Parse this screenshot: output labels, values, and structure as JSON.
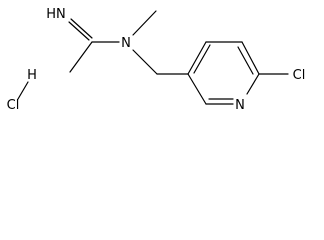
{
  "molecule": {
    "atoms": {
      "imine": "HN",
      "amine_n": "N",
      "pyridine_n": "N",
      "ring_cl": "Cl",
      "hcl_h": "H",
      "hcl_cl": "Cl"
    }
  }
}
